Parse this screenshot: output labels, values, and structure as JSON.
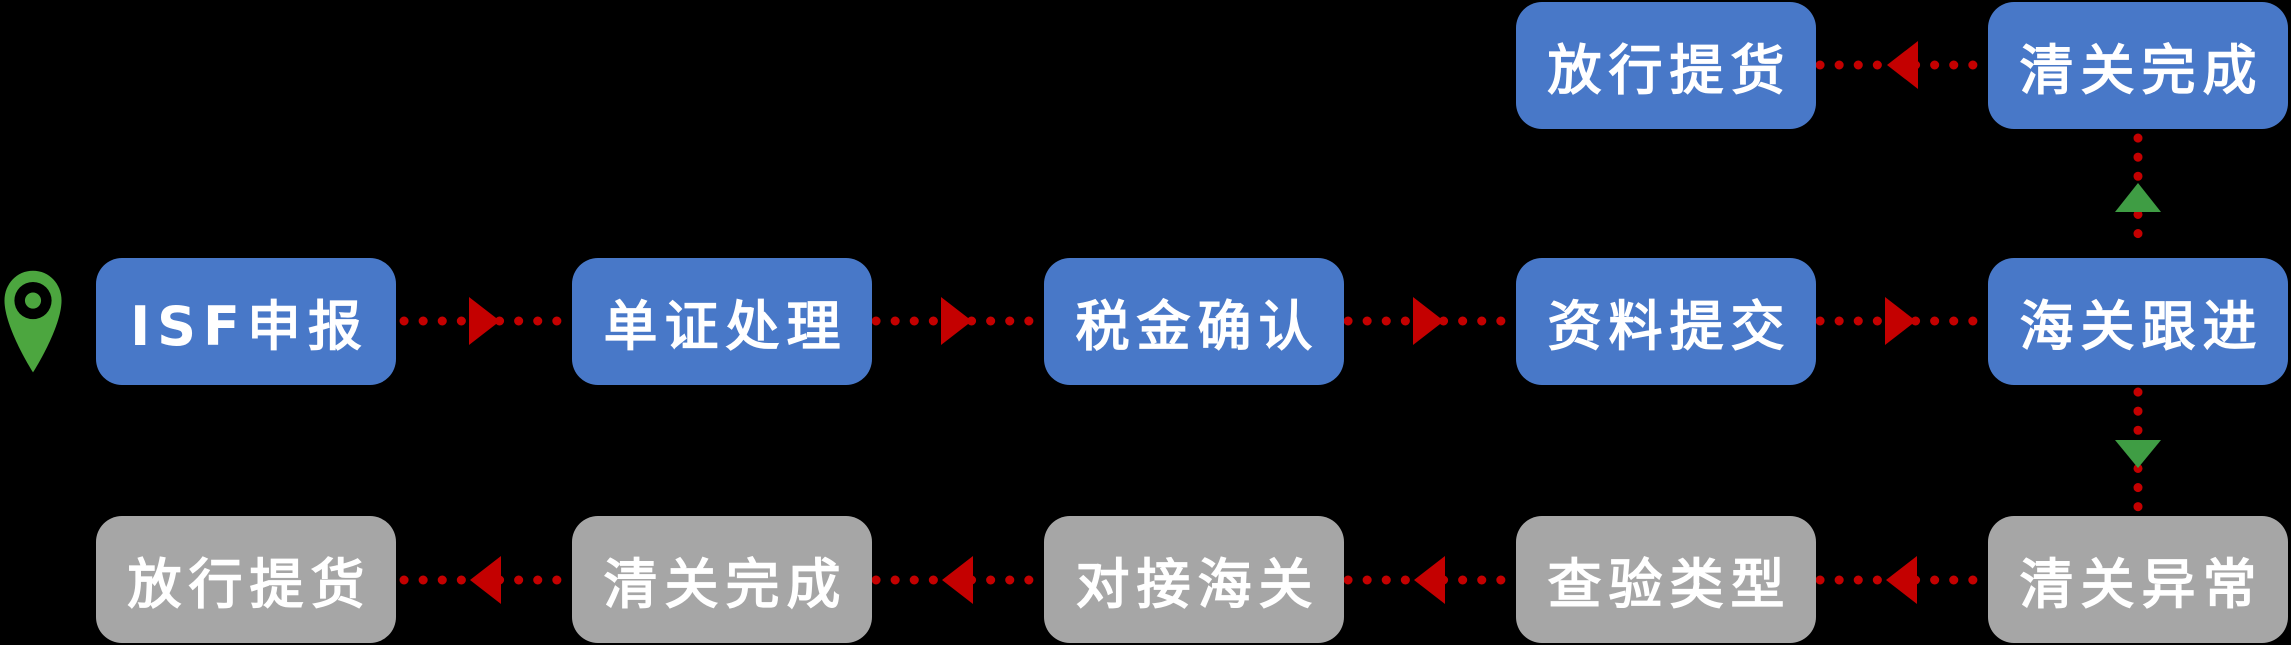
{
  "diagram": {
    "title": "customs-clearance-flowchart",
    "background": "#000000",
    "colors": {
      "primary_node": "#4878C8",
      "secondary_node": "#A6A6A6",
      "node_text": "#FFFFFF",
      "connector_red": "#C40000",
      "arrow_green": "#3F9D44",
      "pin_green": "#4CA63F"
    },
    "icons": {
      "start": "location-pin-icon"
    },
    "rows": {
      "top": [
        {
          "label": "放行提货"
        },
        {
          "label": "清关完成"
        }
      ],
      "main": [
        {
          "label": "ISF申报"
        },
        {
          "label": "单证处理"
        },
        {
          "label": "税金确认"
        },
        {
          "label": "资料提交"
        },
        {
          "label": "海关跟进"
        }
      ],
      "bottom": [
        {
          "label": "放行提货"
        },
        {
          "label": "清关完成"
        },
        {
          "label": "对接海关"
        },
        {
          "label": "查验类型"
        },
        {
          "label": "清关异常"
        }
      ]
    },
    "connections": [
      {
        "from": "ISF申报",
        "to": "单证处理",
        "style": "red-dotted",
        "arrow": "right"
      },
      {
        "from": "单证处理",
        "to": "税金确认",
        "style": "red-dotted",
        "arrow": "right"
      },
      {
        "from": "税金确认",
        "to": "资料提交",
        "style": "red-dotted",
        "arrow": "right"
      },
      {
        "from": "资料提交",
        "to": "海关跟进",
        "style": "red-dotted",
        "arrow": "right"
      },
      {
        "from": "清关完成(上)",
        "to": "放行提货(上)",
        "style": "red-dotted",
        "arrow": "left"
      },
      {
        "from": "海关跟进",
        "to": "清关完成(上)",
        "style": "red-dotted",
        "arrow": "green-up"
      },
      {
        "from": "海关跟进",
        "to": "清关异常",
        "style": "red-dotted",
        "arrow": "green-down"
      },
      {
        "from": "清关异常",
        "to": "查验类型",
        "style": "red-dotted",
        "arrow": "left"
      },
      {
        "from": "查验类型",
        "to": "对接海关",
        "style": "red-dotted",
        "arrow": "left"
      },
      {
        "from": "对接海关",
        "to": "清关完成(下)",
        "style": "red-dotted",
        "arrow": "left"
      },
      {
        "from": "清关完成(下)",
        "to": "放行提货(下)",
        "style": "red-dotted",
        "arrow": "left"
      }
    ]
  }
}
